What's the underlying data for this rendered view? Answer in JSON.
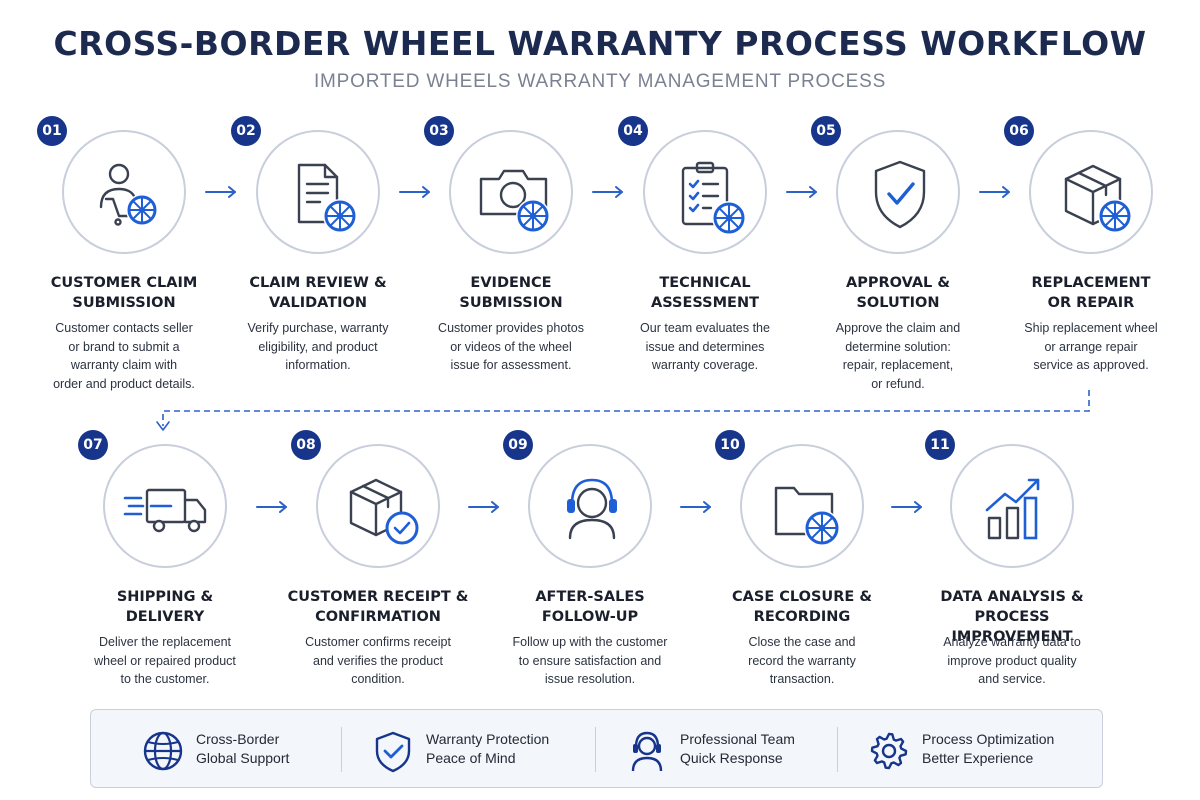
{
  "title": "CROSS-BORDER WHEEL WARRANTY PROCESS WORKFLOW",
  "subtitle": "IMPORTED WHEELS WARRANTY MANAGEMENT PROCESS",
  "colors": {
    "navy": "#16358b",
    "accent_blue": "#1f5fd6",
    "icon_gray": "#3a4150",
    "outline": "#c8cfdb"
  },
  "steps": [
    {
      "number": "01",
      "icon": "customer-wheel-icon",
      "title": [
        "CUSTOMER CLAIM",
        "SUBMISSION"
      ],
      "description": [
        "Customer contacts seller",
        "or brand to submit a",
        "warranty claim with",
        "order and product details."
      ]
    },
    {
      "number": "02",
      "icon": "document-wheel-icon",
      "title": [
        "CLAIM REVIEW &",
        "VALIDATION"
      ],
      "description": [
        "Verify purchase, warranty",
        "eligibility, and product",
        "information."
      ]
    },
    {
      "number": "03",
      "icon": "camera-wheel-icon",
      "title": [
        "EVIDENCE",
        "SUBMISSION"
      ],
      "description": [
        "Customer provides photos",
        "or videos of the wheel",
        "issue for assessment."
      ]
    },
    {
      "number": "04",
      "icon": "checklist-wheel-icon",
      "title": [
        "TECHNICAL",
        "ASSESSMENT"
      ],
      "description": [
        "Our team evaluates the",
        "issue and determines",
        "warranty coverage."
      ]
    },
    {
      "number": "05",
      "icon": "shield-check-icon",
      "title": [
        "APPROVAL &",
        "SOLUTION"
      ],
      "description": [
        "Approve the claim and",
        "determine solution:",
        "repair, replacement,",
        "or refund."
      ]
    },
    {
      "number": "06",
      "icon": "box-wheel-icon",
      "title": [
        "REPLACEMENT",
        "OR REPAIR"
      ],
      "description": [
        "Ship replacement wheel",
        "or arrange repair",
        "service as approved."
      ]
    },
    {
      "number": "07",
      "icon": "truck-icon",
      "title": [
        "SHIPPING &",
        "DELIVERY"
      ],
      "description": [
        "Deliver the replacement",
        "wheel or repaired product",
        "to the customer."
      ]
    },
    {
      "number": "08",
      "icon": "box-check-icon",
      "title": [
        "CUSTOMER RECEIPT &",
        "CONFIRMATION"
      ],
      "description": [
        "Customer confirms receipt",
        "and verifies the product",
        "condition."
      ]
    },
    {
      "number": "09",
      "icon": "headset-agent-icon",
      "title": [
        "AFTER-SALES",
        "FOLLOW-UP"
      ],
      "description": [
        "Follow up with the customer",
        "to ensure satisfaction and",
        "issue resolution."
      ]
    },
    {
      "number": "10",
      "icon": "folder-wheel-icon",
      "title": [
        "CASE CLOSURE &",
        "RECORDING"
      ],
      "description": [
        "Close the case and",
        "record the warranty",
        "transaction."
      ]
    },
    {
      "number": "11",
      "icon": "bar-chart-trend-icon",
      "title": [
        "DATA ANALYSIS &",
        "PROCESS IMPROVEMENT"
      ],
      "description": [
        "Analyze warranty data to",
        "improve product quality",
        "and service."
      ]
    }
  ],
  "features": [
    {
      "icon": "globe-icon",
      "lines": [
        "Cross-Border",
        "Global Support"
      ]
    },
    {
      "icon": "shield-check-icon",
      "lines": [
        "Warranty Protection",
        "Peace of Mind"
      ]
    },
    {
      "icon": "headset-agent-icon",
      "lines": [
        "Professional Team",
        "Quick Response"
      ]
    },
    {
      "icon": "gear-icon",
      "lines": [
        "Process Optimization",
        "Better Experience"
      ]
    }
  ]
}
